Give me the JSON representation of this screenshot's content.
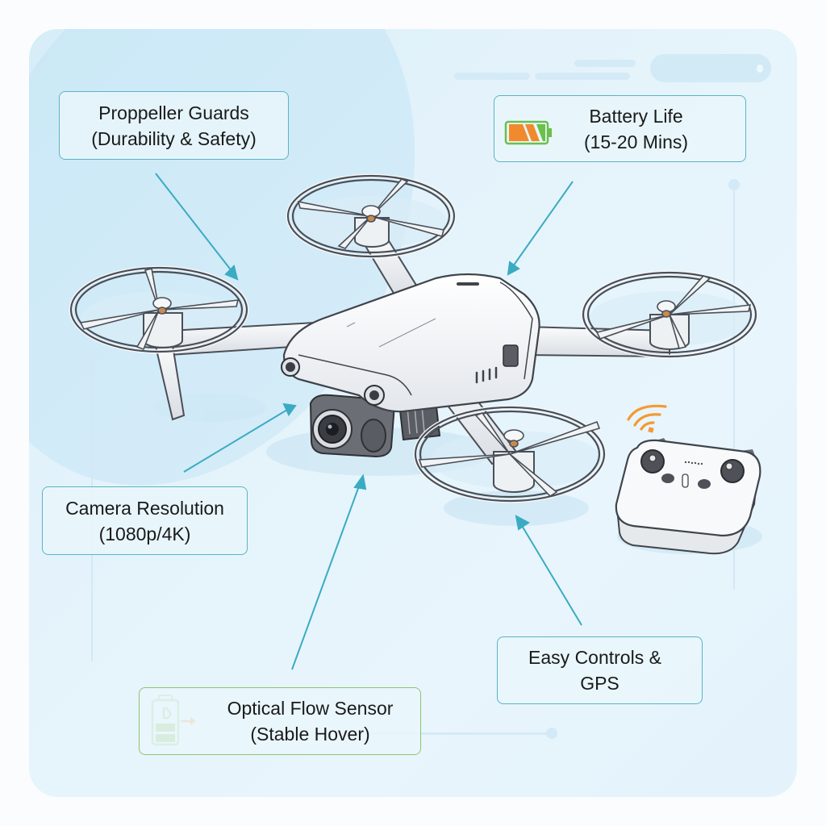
{
  "diagram": {
    "subject": "Mini drone with remote controller",
    "accent_color": "#3aabc2",
    "callouts": [
      {
        "id": "propeller-guards",
        "line1": "Proppeller Guards",
        "line2": "(Durability & Safety)",
        "icon": null,
        "border_color": "#5bb4c4"
      },
      {
        "id": "battery-life",
        "line1": "Battery Life",
        "line2": "(15-20 Mins)",
        "icon": "battery-icon",
        "border_color": "#5bb4c4"
      },
      {
        "id": "camera-resolution",
        "line1": "Camera Resolution",
        "line2": "(1080p/4K)",
        "icon": null,
        "border_color": "#5bb4c4"
      },
      {
        "id": "easy-controls",
        "line1": "Easy Controls &",
        "line2": "GPS",
        "icon": null,
        "border_color": "#5bb4c4"
      },
      {
        "id": "optical-flow",
        "line1": "Optical Flow Sensor",
        "line2": "(Stable Hover)",
        "icon": "sensor-battery-icon",
        "border_color": "#8dc66b"
      }
    ],
    "icon_colors": {
      "battery_orange": "#f08a2c",
      "battery_green": "#6bbf4a",
      "wifi_orange": "#f39a34"
    },
    "components": [
      "drone-body",
      "propeller-front-left",
      "propeller-rear-left",
      "propeller-rear-right",
      "propeller-front-right",
      "camera-gimbal",
      "remote-controller",
      "wifi-signal-icon"
    ]
  }
}
